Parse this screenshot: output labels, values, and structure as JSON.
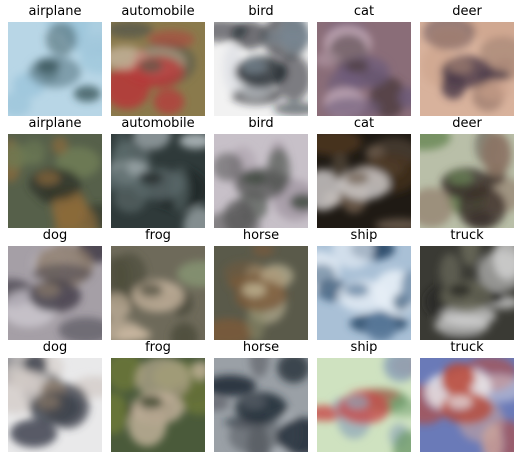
{
  "figure": {
    "rows": [
      {
        "cells": [
          {
            "label": "airplane",
            "icon": "airplane-image",
            "colors": [
              "#b8d6e6",
              "#9fc7dc",
              "#6f8f9c",
              "#2f4a4e"
            ]
          },
          {
            "label": "automobile",
            "icon": "automobile-image",
            "colors": [
              "#8a7a4c",
              "#c9b7a0",
              "#b53a3a",
              "#5a5a4a"
            ]
          },
          {
            "label": "bird",
            "icon": "bird-image",
            "colors": [
              "#f2f2f2",
              "#d9dde3",
              "#1a1f26",
              "#7a8a96"
            ]
          },
          {
            "label": "cat",
            "icon": "cat-image",
            "colors": [
              "#8a6d78",
              "#c0a7b4",
              "#6e5c7a",
              "#4b3c3f"
            ]
          },
          {
            "label": "deer",
            "icon": "deer-image",
            "colors": [
              "#d8b29c",
              "#caa08a",
              "#4a3a48",
              "#a07f70"
            ]
          }
        ]
      },
      {
        "cells": [
          {
            "label": "airplane",
            "icon": "airplane-image",
            "colors": [
              "#56604a",
              "#6e7b55",
              "#2f352b",
              "#8c6a3a"
            ]
          },
          {
            "label": "automobile",
            "icon": "automobile-image",
            "colors": [
              "#2f3a3a",
              "#c9d2d6",
              "#5b6a6b",
              "#1f2424"
            ]
          },
          {
            "label": "bird",
            "icon": "bird-image",
            "colors": [
              "#c7c0c8",
              "#a59aa6",
              "#5a5a5a",
              "#3f4a3f"
            ]
          },
          {
            "label": "cat",
            "icon": "cat-image",
            "colors": [
              "#1f1a14",
              "#4a3520",
              "#d6d2d2",
              "#6a5a4a"
            ]
          },
          {
            "label": "deer",
            "icon": "deer-image",
            "colors": [
              "#b9bfa8",
              "#8b7464",
              "#3a2f2a",
              "#6e8b5a"
            ]
          }
        ]
      },
      {
        "cells": [
          {
            "label": "dog",
            "icon": "dog-image",
            "colors": [
              "#a59fa6",
              "#d4cfd6",
              "#3e3a44",
              "#8a7a6a"
            ]
          },
          {
            "label": "frog",
            "icon": "frog-image",
            "colors": [
              "#6e6a5a",
              "#8fa27a",
              "#c9b7a0",
              "#4a4a3a"
            ]
          },
          {
            "label": "horse",
            "icon": "horse-image",
            "colors": [
              "#5a5a4a",
              "#8a8a6a",
              "#7a5a3a",
              "#c9c0a0"
            ]
          },
          {
            "label": "ship",
            "icon": "ship-image",
            "colors": [
              "#a9c0d6",
              "#2a4a6a",
              "#e6eef6",
              "#5a7a9a"
            ]
          },
          {
            "label": "truck",
            "icon": "truck-image",
            "colors": [
              "#3a3a34",
              "#d6d6d6",
              "#6a6a5a",
              "#1f1f1c"
            ]
          }
        ]
      },
      {
        "cells": [
          {
            "label": "dog",
            "icon": "dog-image",
            "colors": [
              "#e9e9ea",
              "#d3cbc7",
              "#3a3f4a",
              "#8a7a6a"
            ]
          },
          {
            "label": "frog",
            "icon": "frog-image",
            "colors": [
              "#4a5a3a",
              "#6e7a3a",
              "#c9b7a0",
              "#2f3a24"
            ]
          },
          {
            "label": "horse",
            "icon": "horse-image",
            "colors": [
              "#9aa0a6",
              "#c7ccd2",
              "#1f2a36",
              "#5a5f66"
            ]
          },
          {
            "label": "ship",
            "icon": "ship-image",
            "colors": [
              "#cfe2c0",
              "#6e9a6a",
              "#c84a4a",
              "#8fa6b8"
            ]
          },
          {
            "label": "truck",
            "icon": "truck-image",
            "colors": [
              "#6a7ab8",
              "#c9a6a0",
              "#b84a3a",
              "#e6e2e6"
            ]
          }
        ]
      }
    ]
  }
}
